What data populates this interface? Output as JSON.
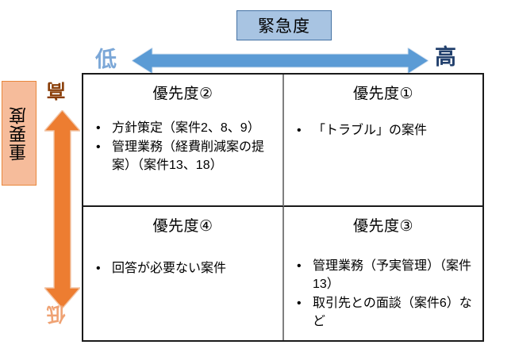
{
  "axes": {
    "horizontal": {
      "label": "緊急度",
      "low": "低",
      "high": "高",
      "arrow_color": "#5B9BD5",
      "low_color": "#7BA7D7",
      "high_color": "#22406D",
      "box_fill": "#A8C4E2",
      "box_border": "#4472A4"
    },
    "vertical": {
      "label": "重要度",
      "high": "高",
      "low": "低",
      "arrow_color": "#ED7D31",
      "high_color": "#8A3E08",
      "low_color": "#EFA273",
      "box_fill": "#F6BC9B",
      "box_border": "#E8873C"
    }
  },
  "matrix": {
    "top_left": {
      "title": "優先度②",
      "items": [
        "方針策定（案件2、8、9）",
        "管理業務（経費削減案の提案）（案件13、18）"
      ]
    },
    "top_right": {
      "title": "優先度①",
      "items": [
        "「トラブル」の案件"
      ]
    },
    "bottom_left": {
      "title": "優先度④",
      "items": [
        "回答が必要ない案件"
      ]
    },
    "bottom_right": {
      "title": "優先度③",
      "items": [
        "管理業務（予実管理）（案件13）",
        "取引先との面談（案件6）など"
      ]
    }
  }
}
